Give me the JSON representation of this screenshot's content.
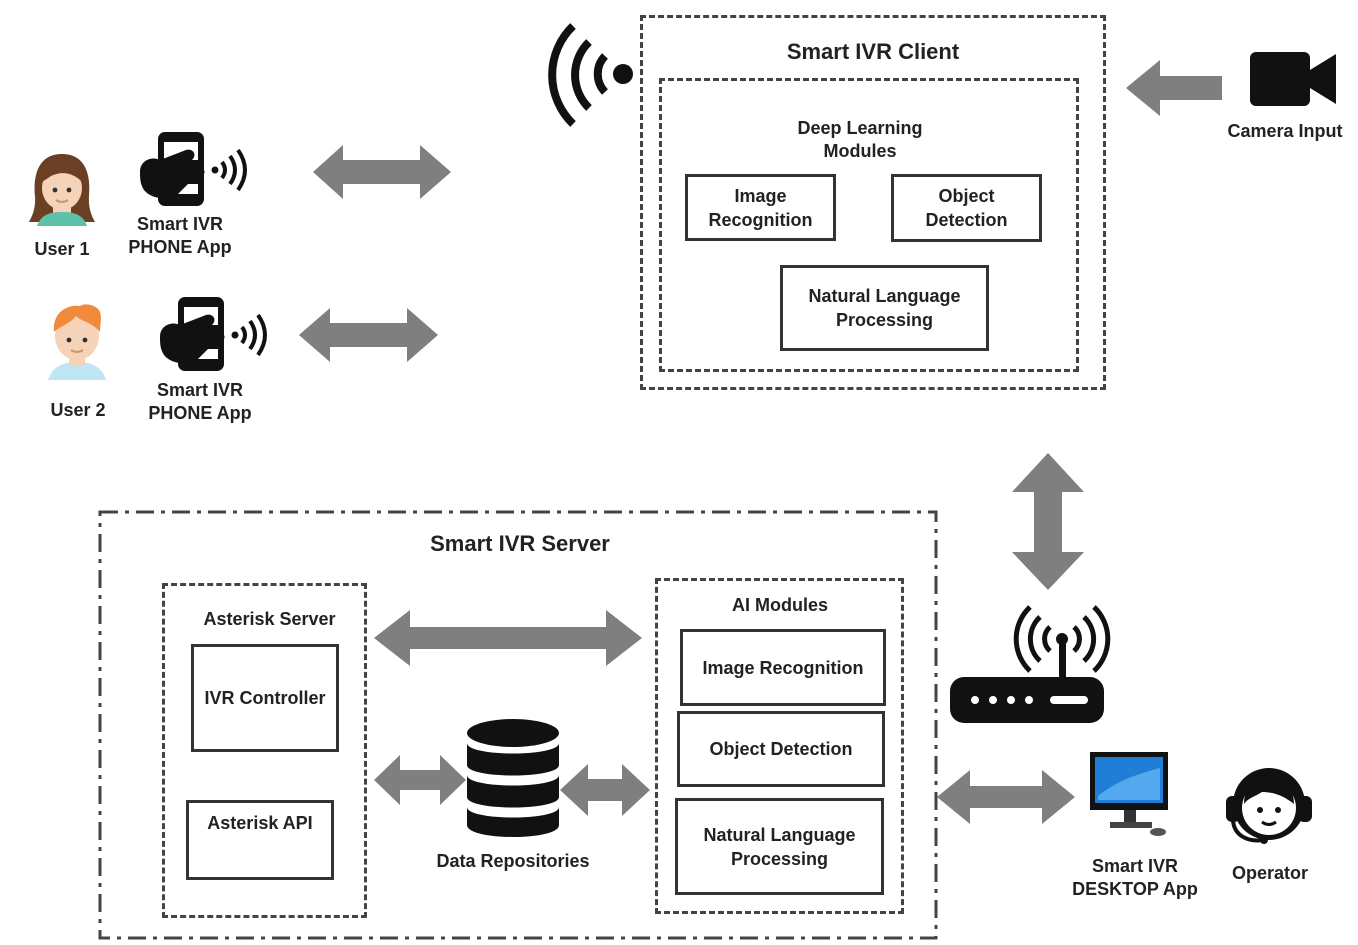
{
  "users": [
    {
      "name": "User 1",
      "app": "Smart IVR\nPHONE App"
    },
    {
      "name": "User 2",
      "app": "Smart IVR\nPHONE App"
    }
  ],
  "client": {
    "title": "Smart IVR Client",
    "deep_learning_title": "Deep Learning\nModules",
    "modules": [
      "Image\nRecognition",
      "Object\nDetection",
      "Natural Language\nProcessing"
    ]
  },
  "camera": {
    "label": "Camera Input"
  },
  "server": {
    "title": "Smart IVR Server",
    "asterisk": {
      "title": "Asterisk Server",
      "controller": "IVR Controller",
      "api": "Asterisk API"
    },
    "data": {
      "label": "Data Repositories"
    },
    "ai": {
      "title": "AI Modules",
      "modules": [
        "Image Recognition",
        "Object Detection",
        "Natural Language\nProcessing"
      ]
    }
  },
  "desktop": {
    "label": "Smart IVR\nDESKTOP App"
  },
  "operator": {
    "label": "Operator"
  },
  "colors": {
    "arrow": "#7f7f7f",
    "icon": "#111111",
    "skin": "#f6d3b8",
    "hair_female": "#6b3f23",
    "hair_male": "#f08a3c",
    "shirt_male": "#bfe6f2",
    "screen": "#1f7ed6"
  }
}
